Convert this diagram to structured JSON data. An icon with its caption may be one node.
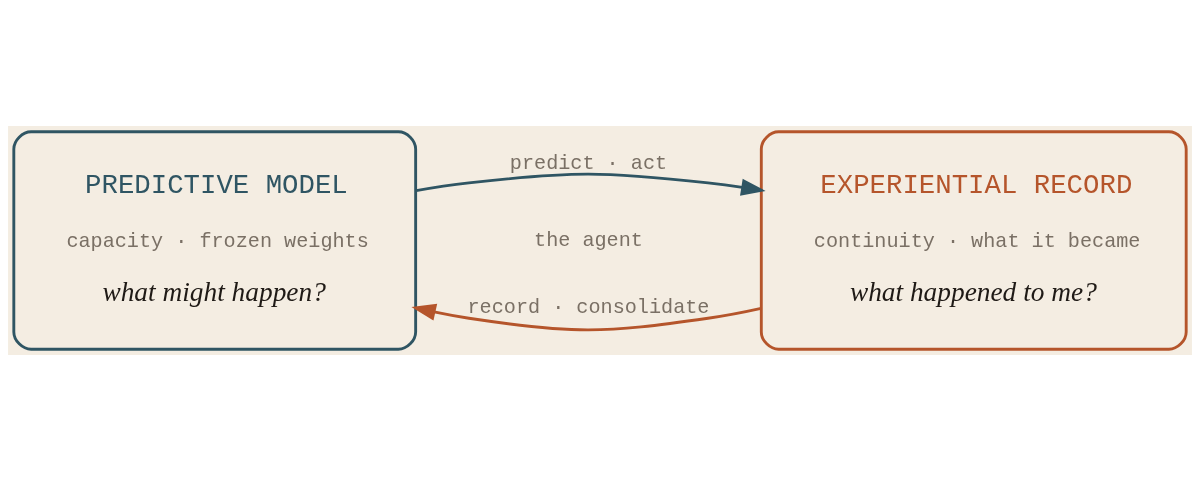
{
  "diagram": {
    "nodes": [
      {
        "text": [
          "PREDICTIVE MODEL",
          "capacity · frozen weights",
          "what might happen?"
        ]
      },
      {
        "text": [
          "EXPERIENTIAL RECORD",
          "continuity · what it became",
          "what happened to me?"
        ]
      }
    ],
    "edges": [
      {
        "from": 0,
        "to": 1,
        "arrow": "to",
        "label": "predict · act",
        "color": "#2f5563"
      },
      {
        "from": 1,
        "to": 0,
        "arrow": "to",
        "label": "record · consolidate",
        "color": "#b5552b"
      }
    ],
    "labels": [
      "the agent"
    ]
  }
}
